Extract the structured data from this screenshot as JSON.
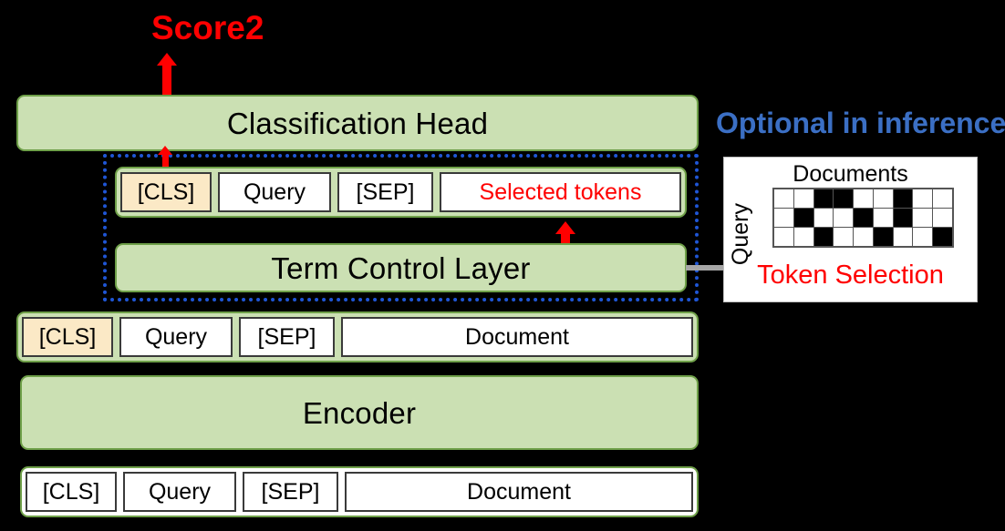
{
  "diagram": {
    "title": "Term Control Layer architecture",
    "colors": {
      "green_fill": "#cbe0b3",
      "green_border": "#6fa049",
      "cls_fill": "#fbe9c6",
      "red": "#ff0000",
      "blue": "#3b6fc4",
      "dash_blue": "#1f56d6",
      "background": "#000000"
    },
    "score_label": "Score2",
    "optional_note": "Optional in inference",
    "classification_head": "Classification Head",
    "term_control_layer": "Term Control Layer",
    "encoder": "Encoder",
    "upper_tokens": [
      {
        "text": "[CLS]",
        "style": "cls"
      },
      {
        "text": "Query",
        "style": "plain"
      },
      {
        "text": "[SEP]",
        "style": "plain"
      },
      {
        "text": "Selected tokens",
        "style": "red"
      }
    ],
    "middle_tokens": [
      {
        "text": "[CLS]",
        "style": "cls"
      },
      {
        "text": "Query",
        "style": "plain"
      },
      {
        "text": "[SEP]",
        "style": "plain"
      },
      {
        "text": "Document",
        "style": "plain"
      }
    ],
    "bottom_tokens": [
      {
        "text": "[CLS]",
        "style": "plain"
      },
      {
        "text": "Query",
        "style": "plain"
      },
      {
        "text": "[SEP]",
        "style": "plain"
      },
      {
        "text": "Document",
        "style": "plain"
      }
    ],
    "token_selection": {
      "caption": "Token Selection",
      "column_axis_label": "Documents",
      "row_axis_label": "Query",
      "rows": 3,
      "cols": 9,
      "matrix": [
        [
          0,
          0,
          1,
          1,
          0,
          0,
          1,
          0,
          0
        ],
        [
          0,
          1,
          0,
          0,
          1,
          0,
          1,
          0,
          0
        ],
        [
          0,
          0,
          1,
          0,
          0,
          1,
          0,
          0,
          1
        ]
      ]
    }
  }
}
